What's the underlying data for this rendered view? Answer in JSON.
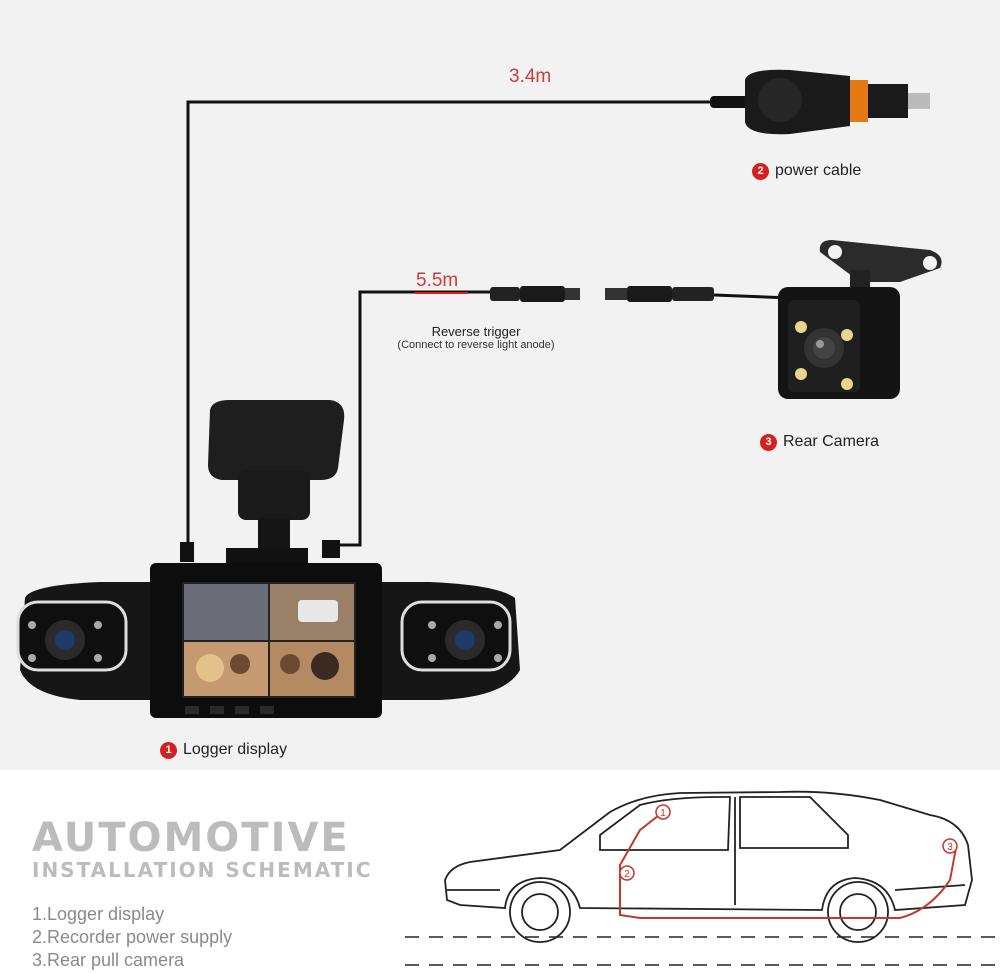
{
  "cables": {
    "power_length": "3.4m",
    "rear_length": "5.5m"
  },
  "reverse": {
    "title": "Reverse trigger",
    "note": "(Connect to reverse light anode)"
  },
  "components": [
    {
      "num": "1",
      "label": "Logger display"
    },
    {
      "num": "2",
      "label": "power cable"
    },
    {
      "num": "3",
      "label": "Rear Camera"
    }
  ],
  "schematic": {
    "title": "AUTOMOTIVE",
    "subtitle": "INSTALLATION SCHEMATIC",
    "list": [
      "1.Logger display",
      "2.Recorder power supply",
      "3.Rear pull camera"
    ],
    "markers": [
      "1",
      "2",
      "3"
    ]
  },
  "colors": {
    "accent_red": "#d42020",
    "cable": "#111111",
    "heading_gray": "#bcbcbc"
  }
}
